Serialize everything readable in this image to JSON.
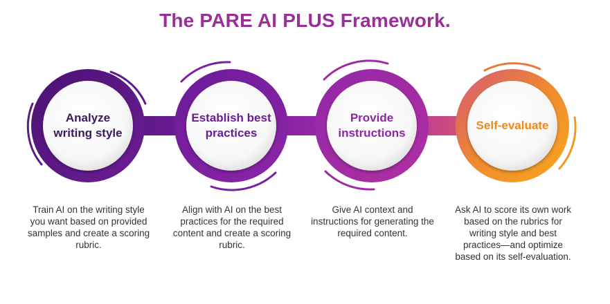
{
  "title": "The PARE AI PLUS Framework.",
  "colors": {
    "title": "#9b2f9a",
    "step1": "#5e1a86",
    "step2": "#7a1fa2",
    "step3": "#a02aa5",
    "step4": "#f39a1e",
    "step4_label": "#ee8a1c"
  },
  "steps": [
    {
      "label": "Analyze writing style",
      "description": "Train AI on the writing style you want based on provided samples and create a scoring rubric."
    },
    {
      "label": "Establish best practices",
      "description": "Align with AI on the best practices for the required content and create a scoring rubric."
    },
    {
      "label": "Provide instructions",
      "description": "Give AI context and instructions for generating the required content."
    },
    {
      "label": "Self-evaluate",
      "description": "Ask AI to score its own work based on the rubrics for writing style and best practices—and optimize based on its self-evaluation."
    }
  ]
}
